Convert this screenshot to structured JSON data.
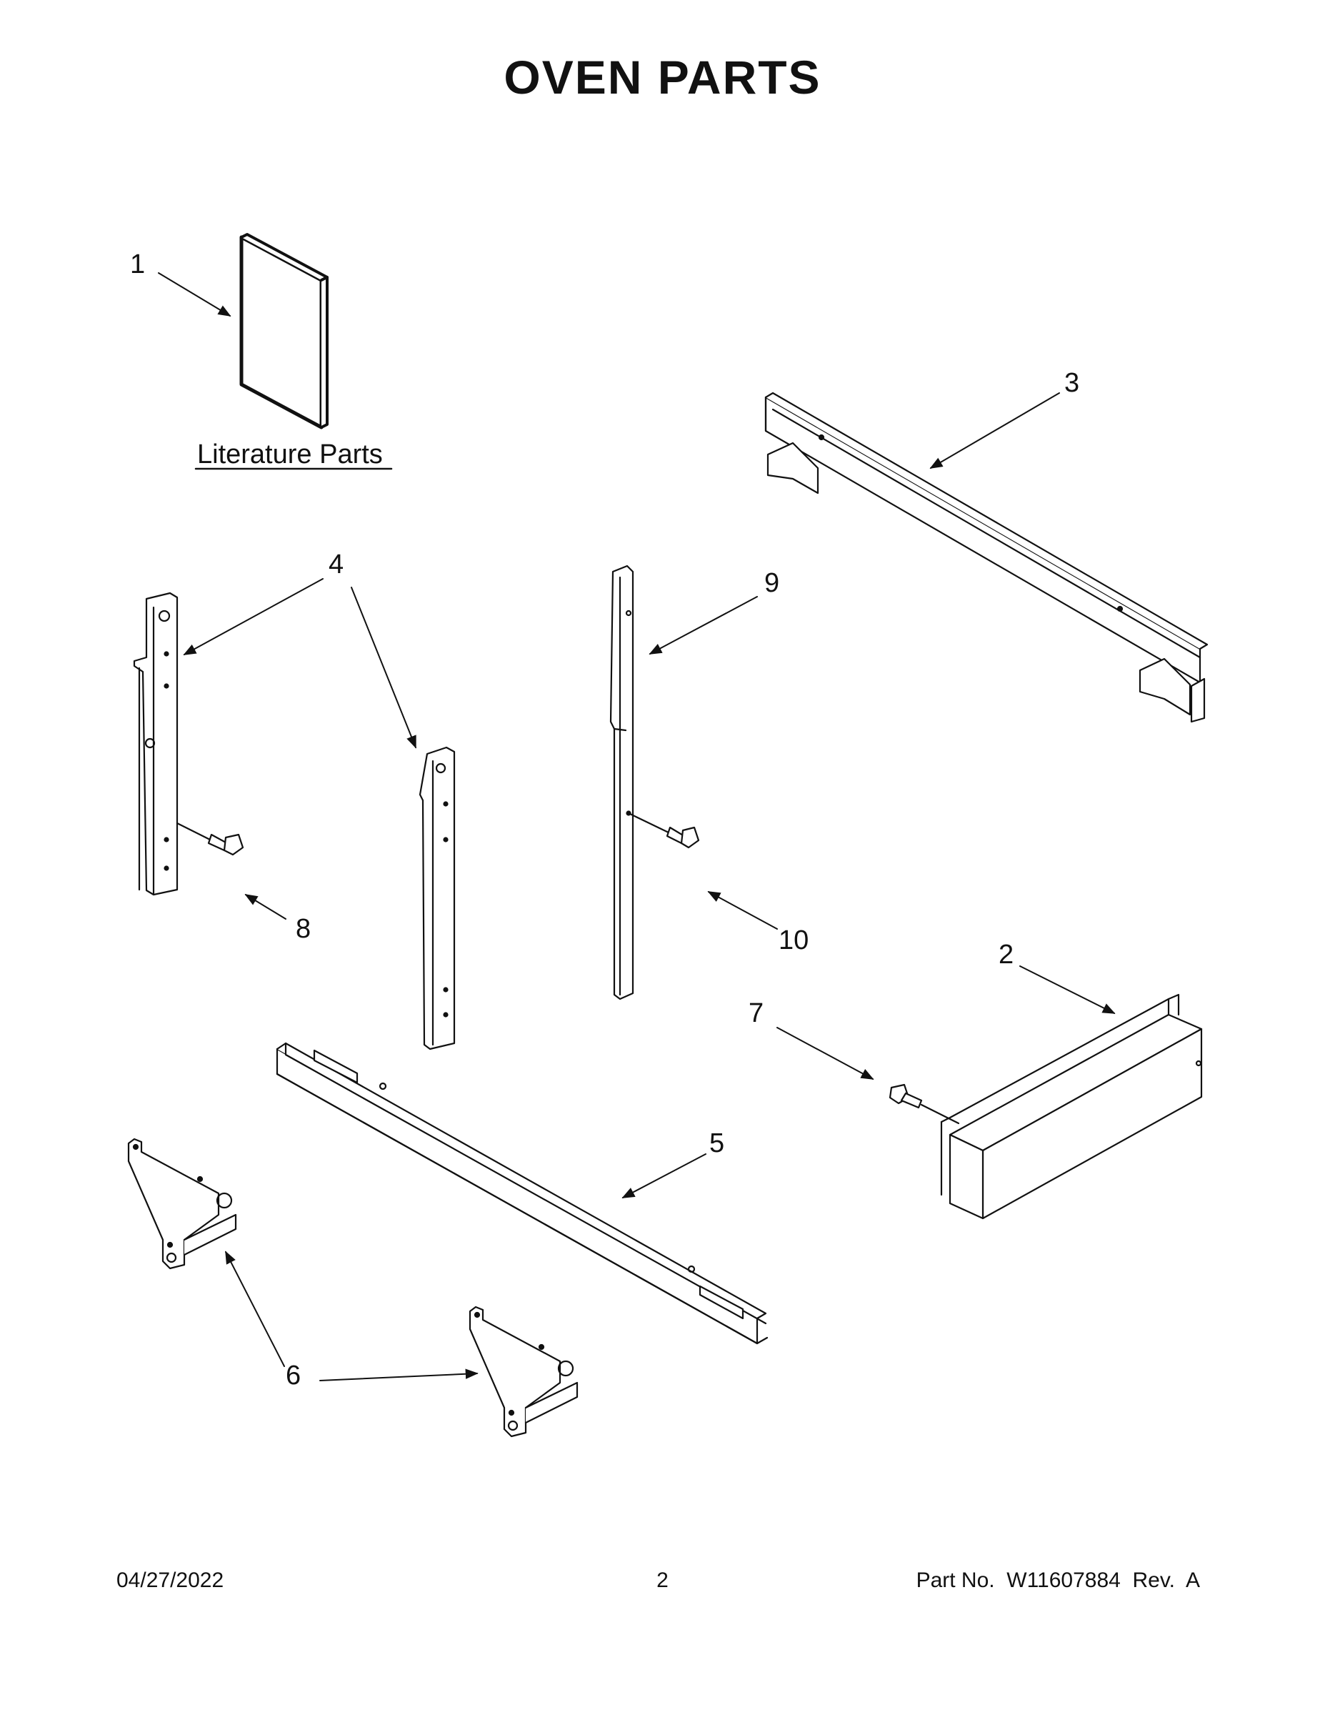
{
  "title": "OVEN PARTS",
  "literature_label": "Literature Parts",
  "callouts": [
    "1",
    "2",
    "3",
    "4",
    "5",
    "6",
    "7",
    "8",
    "9",
    "10"
  ],
  "footer": {
    "date": "04/27/2022",
    "page": "2",
    "part_number": "Part No.  W11607884  Rev.  A"
  },
  "colors": {
    "line": "#111111",
    "panel": "#ffffff"
  }
}
